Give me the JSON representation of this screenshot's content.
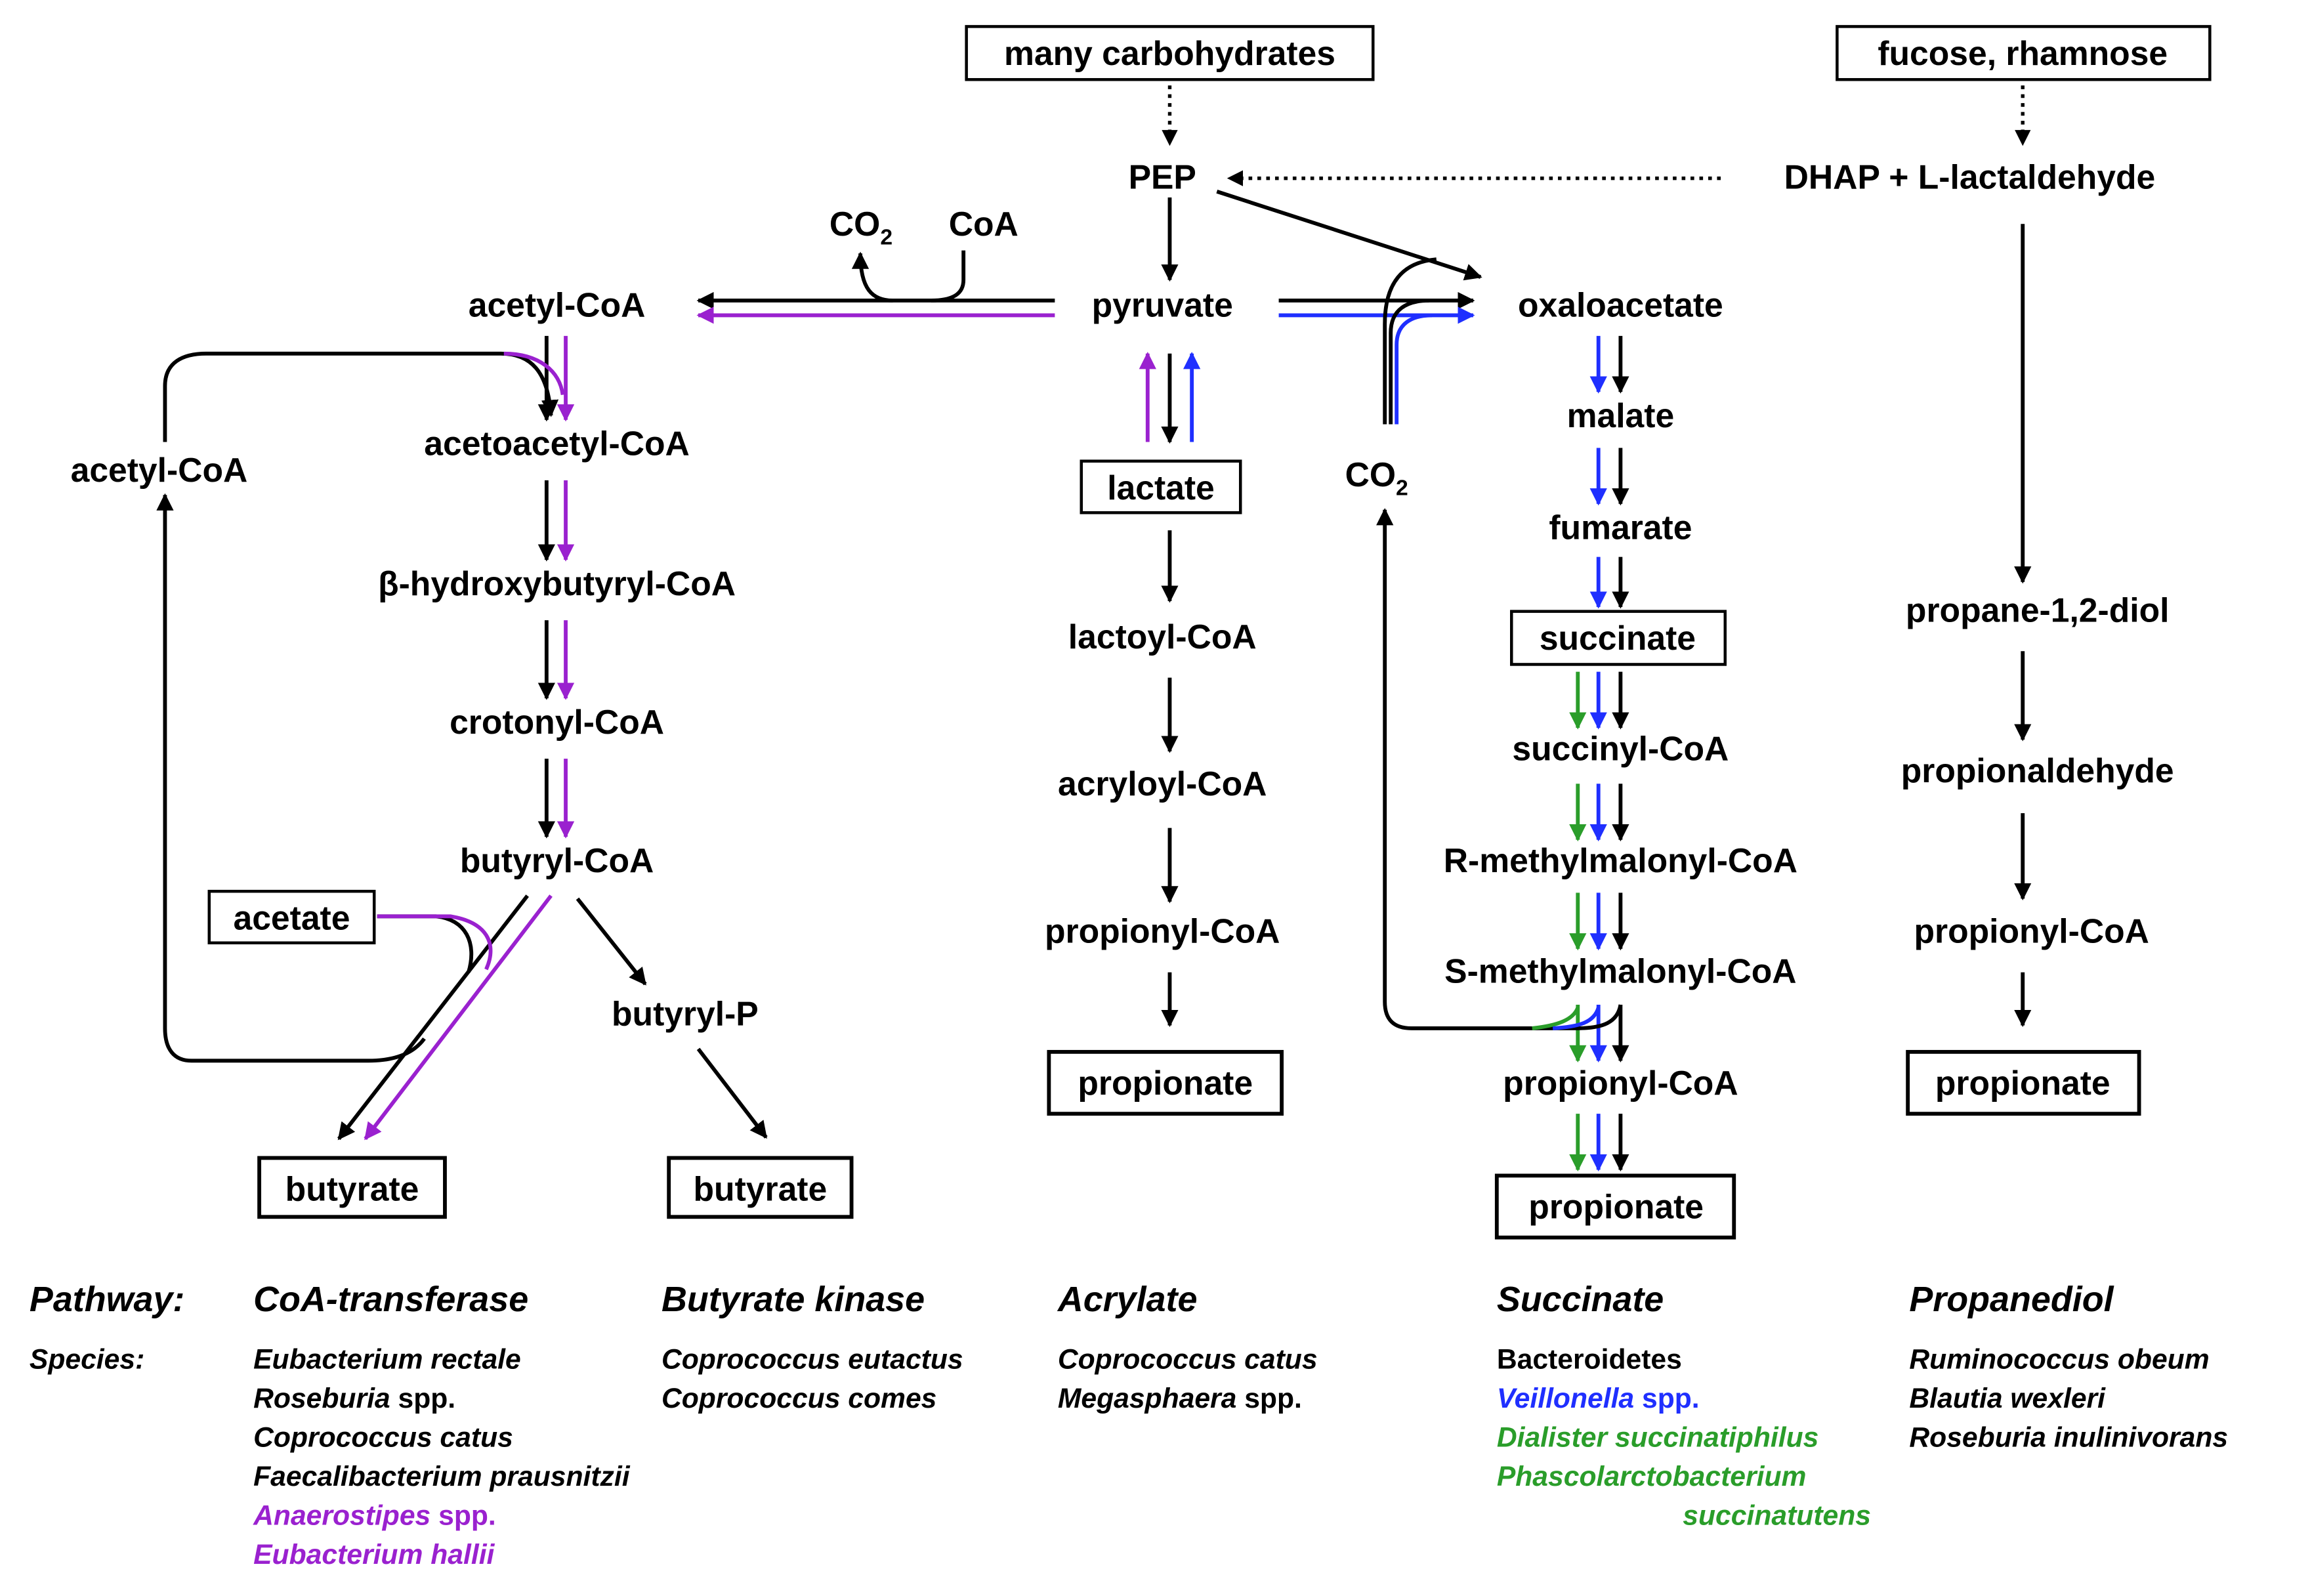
{
  "colors": {
    "black": "#000000",
    "purple": "#9a21cf",
    "blue": "#1f2fff",
    "green": "#2a9d2a"
  },
  "nodes": {
    "many_carbohydrates": "many carbohydrates",
    "fucose_rhamnose": "fucose, rhamnose",
    "pep": "PEP",
    "dhap": "DHAP + L-lactaldehyde",
    "co2_top": "CO",
    "co2_top_sub": "2",
    "coa": "CoA",
    "acetyl_coa": "acetyl-CoA",
    "pyruvate": "pyruvate",
    "oxaloacetate": "oxaloacetate",
    "acetyl_coa_left": "acetyl-CoA",
    "acetoacetyl_coa": "acetoacetyl-CoA",
    "hydroxybutyryl_coa": "β-hydroxybutyryl-CoA",
    "crotonyl_coa": "crotonyl-CoA",
    "butyryl_coa": "butyryl-CoA",
    "acetate": "acetate",
    "butyryl_p": "butyryl-P",
    "butyrate_1": "butyrate",
    "butyrate_2": "butyrate",
    "lactate": "lactate",
    "lactoyl_coa": "lactoyl-CoA",
    "acryloyl_coa": "acryloyl-CoA",
    "propionyl_coa_acrylate": "propionyl-CoA",
    "propionate_acrylate": "propionate",
    "co2_mid": "CO",
    "co2_mid_sub": "2",
    "malate": "malate",
    "fumarate": "fumarate",
    "succinate": "succinate",
    "succinyl_coa": "succinyl-CoA",
    "r_methylmalonyl_coa": "R-methylmalonyl-CoA",
    "s_methylmalonyl_coa": "S-methylmalonyl-CoA",
    "propionyl_coa_succinate": "propionyl-CoA",
    "propionate_succinate": "propionate",
    "propane_diol": "propane-1,2-diol",
    "propionaldehyde": "propionaldehyde",
    "propionyl_coa_pd": "propionyl-CoA",
    "propionate_pd": "propionate"
  },
  "legend": {
    "pathway_label": "Pathway:",
    "species_label": "Species:",
    "pathways": [
      {
        "name": "CoA-transferase",
        "species": [
          {
            "text": "Eubacterium rectale",
            "color": "black"
          },
          {
            "text": "Roseburia",
            "suffix": " spp.",
            "color": "black"
          },
          {
            "text": "Coprococcus catus",
            "color": "black"
          },
          {
            "text": "Faecalibacterium prausnitzii",
            "color": "black"
          },
          {
            "text": "Anaerostipes",
            "suffix": " spp.",
            "color": "purple"
          },
          {
            "text": "Eubacterium hallii",
            "color": "purple"
          }
        ]
      },
      {
        "name": "Butyrate kinase",
        "species": [
          {
            "text": "Coprococcus eutactus",
            "color": "black"
          },
          {
            "text": "Coprococcus comes",
            "color": "black"
          }
        ]
      },
      {
        "name": "Acrylate",
        "species": [
          {
            "text": "Coprococcus catus",
            "color": "black"
          },
          {
            "text": "Megasphaera",
            "suffix": " spp.",
            "color": "black"
          }
        ]
      },
      {
        "name": "Succinate",
        "species": [
          {
            "text": "Bacteroidetes",
            "color": "black",
            "plain": true
          },
          {
            "text": "Veillonella",
            "suffix": " spp.",
            "color": "blue"
          },
          {
            "text": "Dialister succinatiphilus",
            "color": "green"
          },
          {
            "text": "Phascolarctobacterium",
            "color": "green"
          },
          {
            "text": "succinatutens",
            "color": "green"
          }
        ]
      },
      {
        "name": "Propanediol",
        "species": [
          {
            "text": "Ruminococcus obeum",
            "color": "black"
          },
          {
            "text": "Blautia wexleri",
            "color": "black"
          },
          {
            "text": "Roseburia inulinivorans",
            "color": "black"
          }
        ]
      }
    ]
  }
}
